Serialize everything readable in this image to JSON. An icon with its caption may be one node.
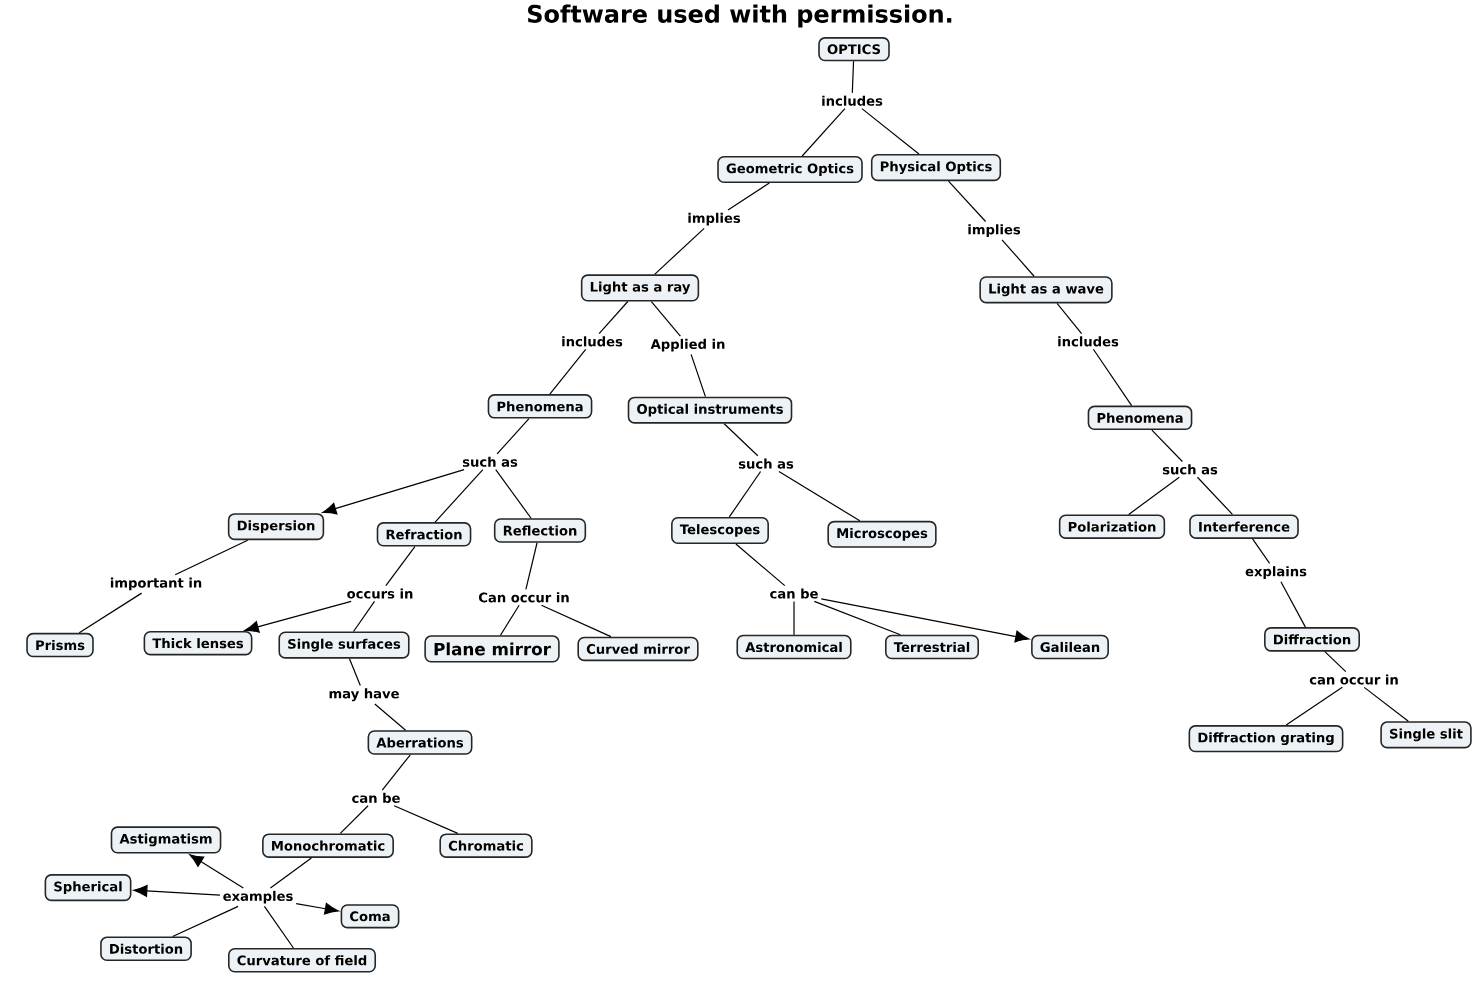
{
  "diagram": {
    "title": "Software used with permission.",
    "nodes": [
      {
        "text": [
          "OPTICS"
        ]
      },
      {
        "text": [
          "includes"
        ]
      },
      {
        "text": [
          "Geometric Optics"
        ]
      },
      {
        "text": [
          "Physical Optics"
        ]
      },
      {
        "text": [
          "implies"
        ]
      },
      {
        "text": [
          "implies"
        ]
      },
      {
        "text": [
          "Light as a ray"
        ]
      },
      {
        "text": [
          "Light as a wave"
        ]
      },
      {
        "text": [
          "includes"
        ]
      },
      {
        "text": [
          "Applied in"
        ]
      },
      {
        "text": [
          "Phenomena"
        ]
      },
      {
        "text": [
          "Optical instruments"
        ]
      },
      {
        "text": [
          "includes"
        ]
      },
      {
        "text": [
          "Phenomena"
        ]
      },
      {
        "text": [
          "such as"
        ]
      },
      {
        "text": [
          "such as"
        ]
      },
      {
        "text": [
          "such as"
        ]
      },
      {
        "text": [
          "Dispersion"
        ]
      },
      {
        "text": [
          "Refraction"
        ]
      },
      {
        "text": [
          "Reflection"
        ]
      },
      {
        "text": [
          "Telescopes"
        ]
      },
      {
        "text": [
          "Microscopes"
        ]
      },
      {
        "text": [
          "Polarization"
        ]
      },
      {
        "text": [
          "Interference"
        ]
      },
      {
        "text": [
          "important in"
        ]
      },
      {
        "text": [
          "occurs in"
        ]
      },
      {
        "text": [
          "Can occur in"
        ]
      },
      {
        "text": [
          "can be"
        ]
      },
      {
        "text": [
          "explains"
        ]
      },
      {
        "text": [
          "Prisms"
        ]
      },
      {
        "text": [
          "Thick lenses"
        ]
      },
      {
        "text": [
          "Single surfaces"
        ]
      },
      {
        "text": [
          "Plane mirror"
        ]
      },
      {
        "text": [
          "Curved mirror"
        ]
      },
      {
        "text": [
          "Astronomical"
        ]
      },
      {
        "text": [
          "Terrestrial"
        ]
      },
      {
        "text": [
          "Galilean"
        ]
      },
      {
        "text": [
          "Diffraction"
        ]
      },
      {
        "text": [
          "may have"
        ]
      },
      {
        "text": [
          "can occur in"
        ]
      },
      {
        "text": [
          "Aberrations"
        ]
      },
      {
        "text": [
          "Diffraction grating"
        ]
      },
      {
        "text": [
          "Single slit"
        ]
      },
      {
        "text": [
          "can be"
        ]
      },
      {
        "text": [
          "Astigmatism"
        ]
      },
      {
        "text": [
          "Monochromatic"
        ]
      },
      {
        "text": [
          "Chromatic"
        ]
      },
      {
        "text": [
          "Spherical"
        ]
      },
      {
        "text": [
          "examples"
        ]
      },
      {
        "text": [
          "Coma"
        ]
      },
      {
        "text": [
          "Distortion"
        ]
      },
      {
        "text": [
          "Curvature of field"
        ]
      }
    ],
    "edges": [
      {
        "from": 0,
        "to": 1,
        "arrow": "none"
      },
      {
        "from": 1,
        "to": 2,
        "arrow": "none"
      },
      {
        "from": 1,
        "to": 3,
        "arrow": "none"
      },
      {
        "from": 2,
        "to": 4,
        "arrow": "none"
      },
      {
        "from": 4,
        "to": 6,
        "arrow": "none"
      },
      {
        "from": 3,
        "to": 5,
        "arrow": "none"
      },
      {
        "from": 5,
        "to": 7,
        "arrow": "none"
      },
      {
        "from": 6,
        "to": 8,
        "arrow": "none"
      },
      {
        "from": 8,
        "to": 10,
        "arrow": "none"
      },
      {
        "from": 6,
        "to": 9,
        "arrow": "none"
      },
      {
        "from": 9,
        "to": 11,
        "arrow": "none"
      },
      {
        "from": 7,
        "to": 12,
        "arrow": "none"
      },
      {
        "from": 12,
        "to": 13,
        "arrow": "none"
      },
      {
        "from": 10,
        "to": 14,
        "arrow": "none"
      },
      {
        "from": 14,
        "to": 17,
        "arrow": "to"
      },
      {
        "from": 14,
        "to": 18,
        "arrow": "none"
      },
      {
        "from": 14,
        "to": 19,
        "arrow": "none"
      },
      {
        "from": 11,
        "to": 15,
        "arrow": "none"
      },
      {
        "from": 15,
        "to": 20,
        "arrow": "none"
      },
      {
        "from": 15,
        "to": 21,
        "arrow": "none"
      },
      {
        "from": 13,
        "to": 16,
        "arrow": "none"
      },
      {
        "from": 16,
        "to": 22,
        "arrow": "none"
      },
      {
        "from": 16,
        "to": 23,
        "arrow": "none"
      },
      {
        "from": 17,
        "to": 24,
        "arrow": "none"
      },
      {
        "from": 24,
        "to": 29,
        "arrow": "none"
      },
      {
        "from": 18,
        "to": 25,
        "arrow": "none"
      },
      {
        "from": 25,
        "to": 30,
        "arrow": "to"
      },
      {
        "from": 25,
        "to": 31,
        "arrow": "none"
      },
      {
        "from": 19,
        "to": 26,
        "arrow": "none"
      },
      {
        "from": 26,
        "to": 32,
        "arrow": "none"
      },
      {
        "from": 26,
        "to": 33,
        "arrow": "none"
      },
      {
        "from": 20,
        "to": 27,
        "arrow": "none"
      },
      {
        "from": 27,
        "to": 34,
        "arrow": "none"
      },
      {
        "from": 27,
        "to": 35,
        "arrow": "none"
      },
      {
        "from": 27,
        "to": 36,
        "arrow": "to"
      },
      {
        "from": 23,
        "to": 28,
        "arrow": "none"
      },
      {
        "from": 28,
        "to": 37,
        "arrow": "none"
      },
      {
        "from": 31,
        "to": 38,
        "arrow": "none"
      },
      {
        "from": 38,
        "to": 40,
        "arrow": "none"
      },
      {
        "from": 37,
        "to": 39,
        "arrow": "none"
      },
      {
        "from": 39,
        "to": 41,
        "arrow": "none"
      },
      {
        "from": 39,
        "to": 42,
        "arrow": "none"
      },
      {
        "from": 40,
        "to": 43,
        "arrow": "none"
      },
      {
        "from": 43,
        "to": 45,
        "arrow": "none"
      },
      {
        "from": 43,
        "to": 46,
        "arrow": "none"
      },
      {
        "from": 45,
        "to": 48,
        "arrow": "none"
      },
      {
        "from": 48,
        "to": 44,
        "arrow": "to"
      },
      {
        "from": 48,
        "to": 47,
        "arrow": "to"
      },
      {
        "from": 48,
        "to": 49,
        "arrow": "to"
      },
      {
        "from": 48,
        "to": 50,
        "arrow": "none"
      },
      {
        "from": 48,
        "to": 51,
        "arrow": "none"
      }
    ]
  }
}
